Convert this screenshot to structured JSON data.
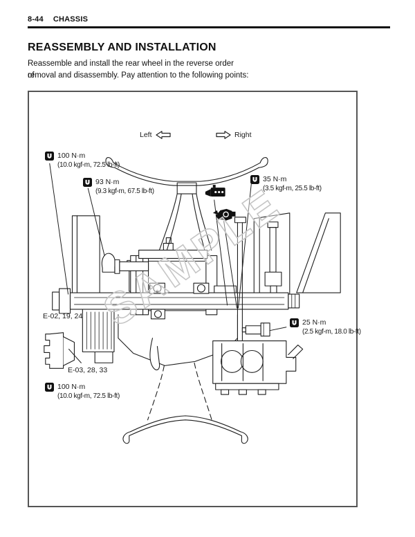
{
  "header": {
    "page_number": "8-44",
    "section": "CHASSIS"
  },
  "section": {
    "title": "REASSEMBLY AND INSTALLATION",
    "body_line1": "Reassemble and install the rear wheel in the reverse order of",
    "body_line2": "removal and disassembly. Pay attention to the following points:"
  },
  "diagram": {
    "watermark": "SAMPLE",
    "direction_labels": {
      "left": "Left",
      "right": "Right"
    },
    "torque_labels": [
      {
        "value": "100 N·m",
        "detail": "(10.0 kgf-m, 72.5 lb-ft)",
        "icon": "torque-wrench-icon",
        "position": "top-left"
      },
      {
        "value": "93 N·m",
        "detail": "(9.3 kgf-m, 67.5 lb-ft)",
        "icon": "torque-wrench-icon",
        "position": "upper-middle-left"
      },
      {
        "value": "35 N·m",
        "detail": "(3.5 kgf-m, 25.5 lb-ft)",
        "icon": "torque-wrench-icon",
        "position": "upper-right"
      },
      {
        "value": "25 N·m",
        "detail": "(2.5 kgf-m, 18.0 lb-ft)",
        "icon": "torque-wrench-icon",
        "position": "middle-right"
      },
      {
        "value": "100 N·m",
        "detail": "(10.0 kgf-m, 72.5 lb-ft)",
        "icon": "torque-wrench-icon",
        "position": "bottom-left"
      }
    ],
    "reference_labels": [
      {
        "text": "E-02, 19, 24"
      },
      {
        "text": "E-03, 28, 33"
      }
    ],
    "icons": [
      "torque-wrench-icon",
      "grease-tube-icon",
      "grease-applicator-icon"
    ],
    "ink_color": "#1c1c1c",
    "watermark_color": "#c5c5c5"
  }
}
